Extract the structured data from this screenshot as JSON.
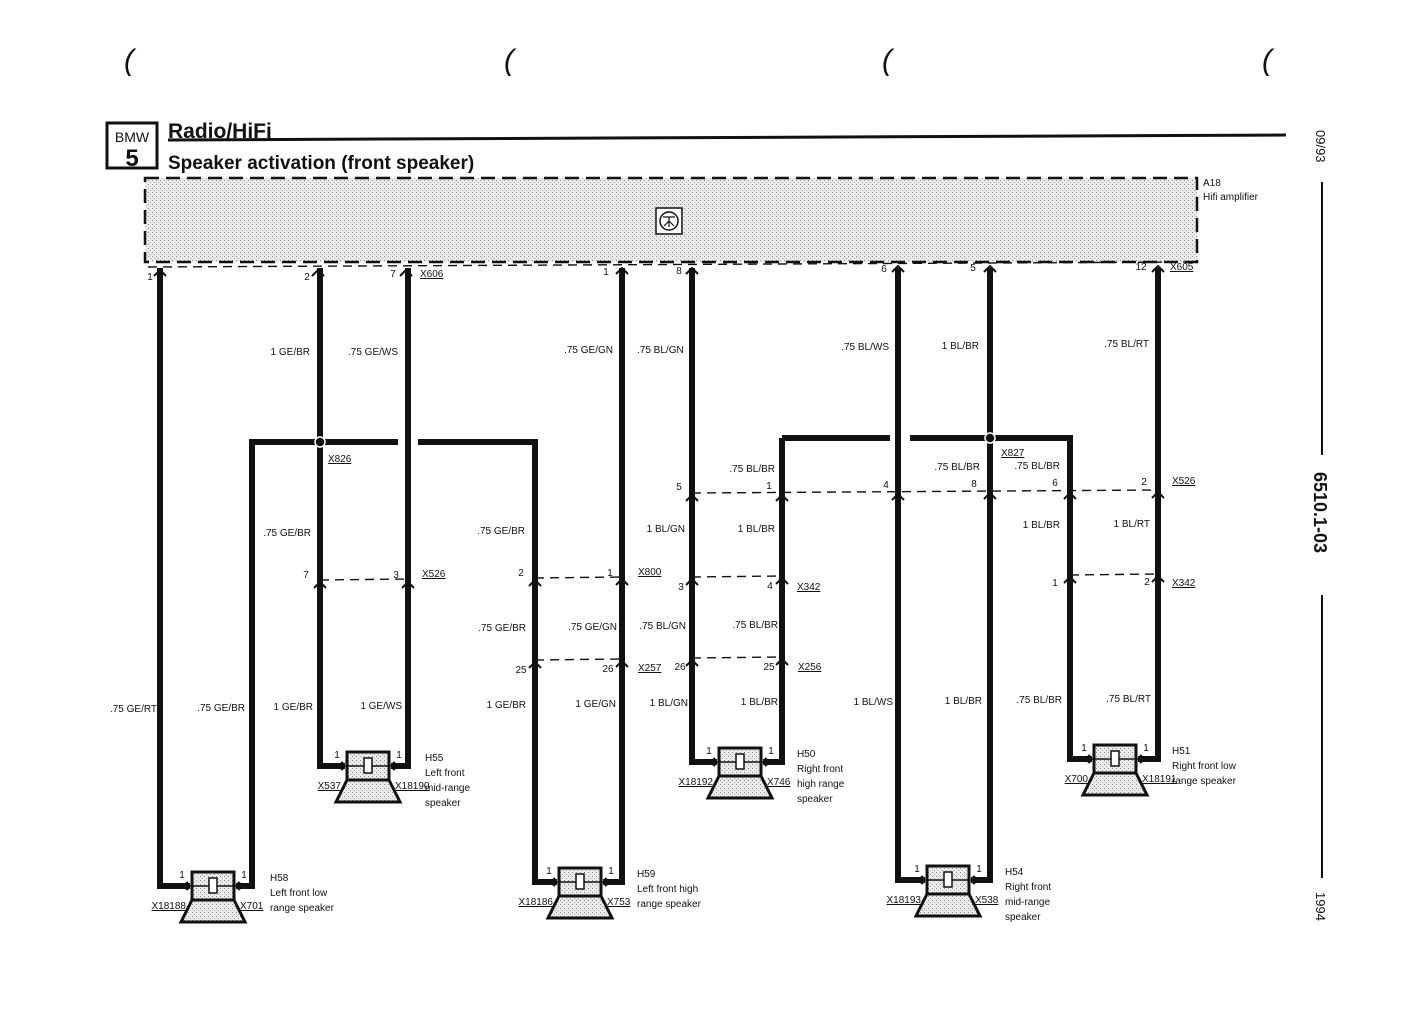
{
  "header": {
    "brand": "BMW",
    "series": "5",
    "title": "Radio/HiFi",
    "subtitle": "Speaker activation (front speaker)"
  },
  "side": {
    "date": "09/93",
    "doc_number": "6510.1-03",
    "year": "1994"
  },
  "module": {
    "id": "A18",
    "name": "Hifi amplifier",
    "icon": "amplifier-transistor-icon"
  },
  "wire_labels": [
    "1 GE/BR",
    ".75 GE/WS",
    ".75 GE/GN",
    ".75 BL/GN",
    ".75 BL/WS",
    "1 BL/BR",
    ".75 BL/RT",
    ".75 BL/BR",
    ".75 BL/BR",
    ".75 BL/BR",
    ".75 GE/BR",
    ".75 GE/BR",
    "1 BL/GN",
    "1 BL/BR",
    "1 BL/BR",
    "1 BL/RT",
    ".75 GE/BR",
    ".75 GE/GN",
    ".75 BL/GN",
    ".75 BL/BR",
    ".75 GE/RT",
    ".75 GE/BR",
    "1 GE/BR",
    "1 GE/WS",
    "1 GE/BR",
    "1 GE/GN",
    "1 BL/GN",
    "1 BL/BR",
    "1 BL/WS",
    "1 BL/BR",
    ".75 BL/BR",
    ".75 BL/RT"
  ],
  "connectors": [
    "X606",
    "X605",
    "X826",
    "X827",
    "X526",
    "X800",
    "X257",
    "X526",
    "X342",
    "X256",
    "X342"
  ],
  "pins": [
    "1",
    "2",
    "7",
    "1",
    "8",
    "6",
    "5",
    "12",
    "7",
    "3",
    "2",
    "1",
    "25",
    "26",
    "5",
    "1",
    "4",
    "8",
    "6",
    "2",
    "3",
    "4",
    "1",
    "2",
    "26",
    "25"
  ],
  "speakers": [
    {
      "id": "H58",
      "lines": [
        "Left front low",
        "range speaker"
      ],
      "left": "X18188",
      "right": "X701",
      "pin": "1"
    },
    {
      "id": "H55",
      "lines": [
        "Left front",
        "mid-range",
        "speaker"
      ],
      "left": "X537",
      "right": "X18190",
      "pin": "1"
    },
    {
      "id": "H59",
      "lines": [
        "Left front high",
        "range speaker"
      ],
      "left": "X18186",
      "right": "X753",
      "pin": "1"
    },
    {
      "id": "H50",
      "lines": [
        "Right front",
        "high range",
        "speaker"
      ],
      "left": "X18192",
      "right": "X746",
      "pin": "1"
    },
    {
      "id": "H54",
      "lines": [
        "Right front",
        "mid-range",
        "speaker"
      ],
      "left": "X18193",
      "right": "X538",
      "pin": "1"
    },
    {
      "id": "H51",
      "lines": [
        "Right front low",
        "range speaker"
      ],
      "left": "X700",
      "right": "X18191",
      "pin": "1"
    }
  ],
  "colors": {
    "ink": "#111111",
    "stipple": "#d9d9d9"
  }
}
